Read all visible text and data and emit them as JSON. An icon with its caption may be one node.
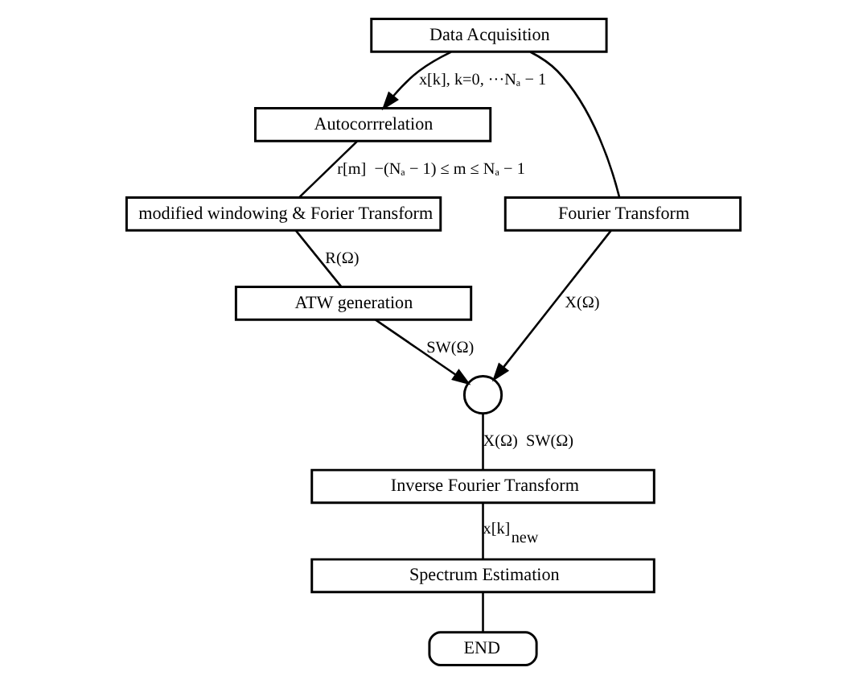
{
  "diagram": {
    "nodes": [
      {
        "text": [
          "Data Acquisition"
        ]
      },
      {
        "text": [
          "Autocorrrelation"
        ]
      },
      {
        "text": [
          "Fourier Transform"
        ]
      },
      {
        "text": [
          "modified windowing & Forier Transform"
        ]
      },
      {
        "text": [
          "ATW generation"
        ]
      },
      {
        "text": [],
        "shape": "circle"
      },
      {
        "text": [
          "Inverse Fourier Transform"
        ]
      },
      {
        "text": [
          "Spectrum Estimation"
        ]
      },
      {
        "text": [
          "END"
        ]
      }
    ],
    "edges": [
      {
        "from": 0,
        "to": 1,
        "arrow": "to",
        "label": "x[k], k=0, ···Nₐ − 1"
      },
      {
        "from": 0,
        "to": 2,
        "arrow": "none"
      },
      {
        "from": 1,
        "to": 3,
        "arrow": "none",
        "label": "r[m]  −(Nₐ − 1) ≤ m ≤ Nₐ − 1"
      },
      {
        "from": 3,
        "to": 4,
        "arrow": "none",
        "label": "R(Ω)"
      },
      {
        "from": 2,
        "to": 5,
        "arrow": "to",
        "label": "X(Ω)"
      },
      {
        "from": 4,
        "to": 5,
        "arrow": "to",
        "label": "SW(Ω)"
      },
      {
        "from": 5,
        "to": 6,
        "arrow": "none",
        "label": "X(Ω)  SW(Ω)"
      },
      {
        "from": 6,
        "to": 7,
        "arrow": "none",
        "label": "x[k]$_{new}$"
      },
      {
        "from": 7,
        "to": 8,
        "arrow": "none"
      }
    ]
  }
}
